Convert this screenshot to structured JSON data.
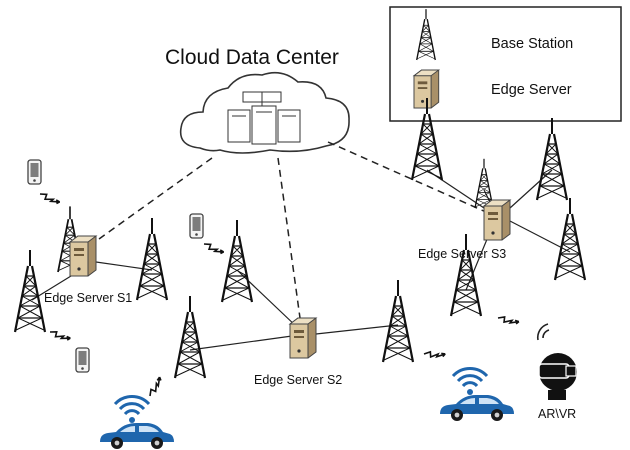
{
  "title": "Cloud Data Center",
  "legend": {
    "base_station": "Base Station",
    "edge_server": "Edge Server"
  },
  "servers": {
    "s1": "Edge Server S1",
    "s2": "Edge Server S2",
    "s3": "Edge Server S3"
  },
  "arvr_label": "AR\\VR",
  "colors": {
    "tower": "#111111",
    "server_body": "#d9c7a0",
    "car": "#1f66ad",
    "cloud_stroke": "#333333"
  },
  "icons": [
    "tower-icon",
    "edge-server-icon",
    "cloud-icon",
    "phone-icon",
    "car-icon",
    "wifi-icon",
    "lightning-icon",
    "vr-headset-icon"
  ]
}
